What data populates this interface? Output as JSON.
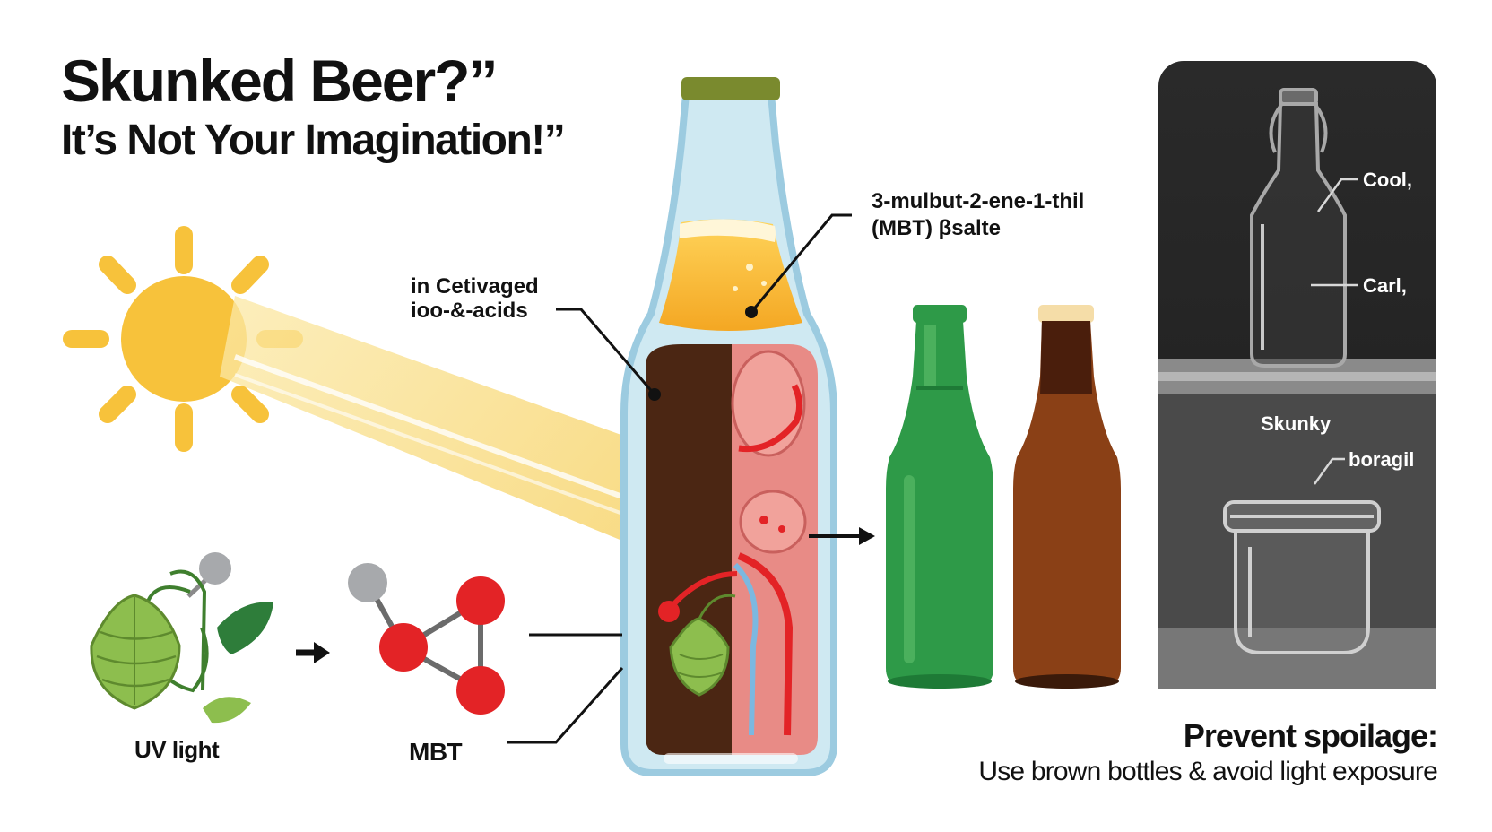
{
  "title": {
    "line1": "Skunked Beer?”",
    "line2": "It’s Not Your Imagination!”"
  },
  "labels": {
    "activated_acids": [
      "in Cetivaged",
      "ioo-&-acids"
    ],
    "mbt_compound": [
      "3-mulbut-2-ene-1-thil",
      "(MBT) βsalte"
    ],
    "uv_light": "UV light",
    "mbt": "MBT",
    "panel_cool": "Cool,",
    "panel_carl": "Carl,",
    "panel_skunky": "Skunky",
    "panel_boragil": "boragil"
  },
  "footer": {
    "heading": "Prevent spoilage:",
    "subtext": "Use brown bottles & avoid light exposure"
  },
  "colors": {
    "sun": "#F7C23B",
    "green_bottle": "#2E9A48",
    "brown_bottle": "#8A4016",
    "bottle_cap": "#7A8A2E",
    "hop": "#8DBE4E",
    "molecule_red": "#E32326",
    "molecule_grey": "#A7A9AC",
    "panel_dark": "#2B2B2B",
    "panel_mid": "#6C6C6C"
  },
  "icons": [
    "sun-icon",
    "hop-cone-icon",
    "molecule-icon",
    "arrow-right-icon",
    "swing-top-bottle-icon",
    "glass-jar-icon"
  ]
}
